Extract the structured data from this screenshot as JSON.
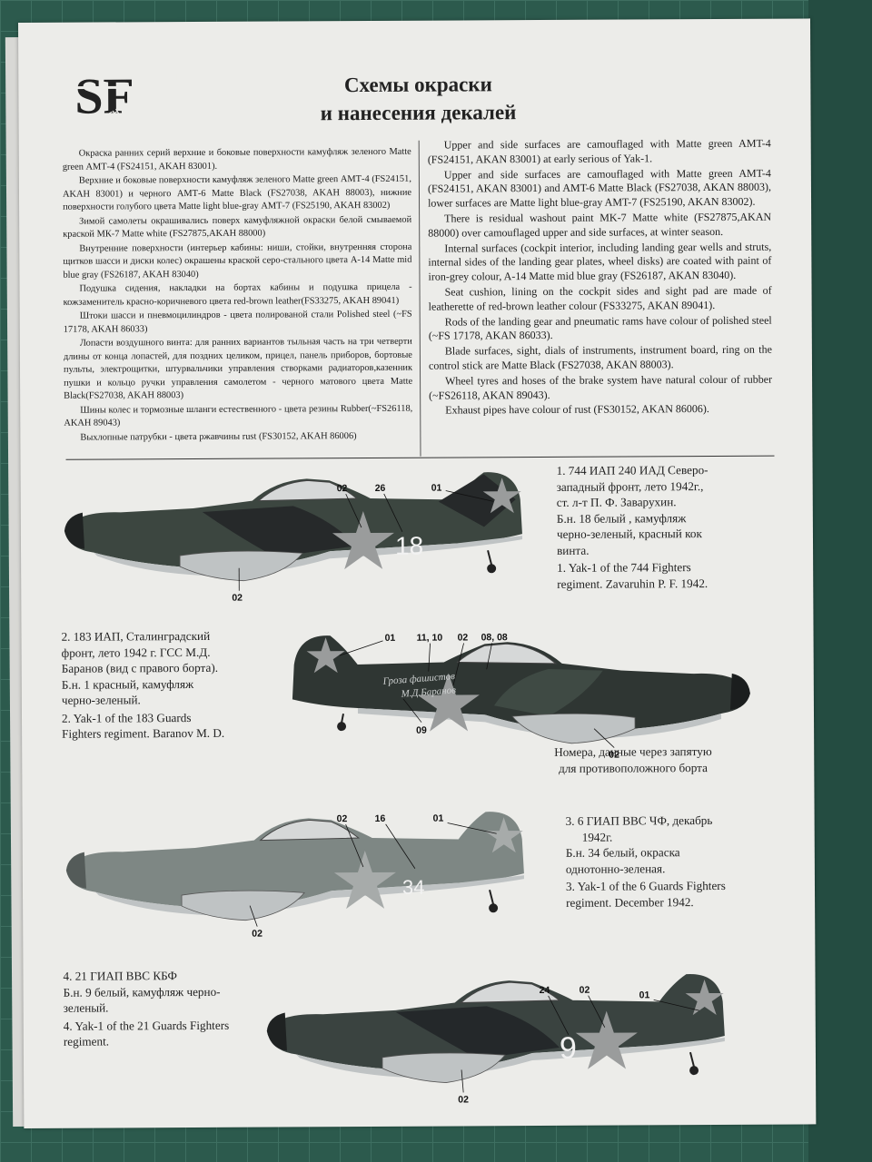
{
  "title": {
    "line1": "Схемы окраски",
    "line2": "и нанесения декалей"
  },
  "logo": {
    "letters": "SF",
    "word1": "SOUTH",
    "word2": "FRONT"
  },
  "russian_text": [
    "Окраска ранних серий верхние и боковые поверхности камуфляж зеленого Matte green АМТ-4 (FS24151, AKAH 83001).",
    "Верхние и боковые поверхности камуфляж зеленого Matte green АМТ-4 (FS24151, AKAH 83001) и черного АМТ-6 Matte Black (FS27038, AKAH 88003), нижние поверхности голубого цвета Matte light blue-gray АМТ-7 (FS25190, AKAH 83002)",
    "Зимой самолеты окрашивались поверх камуфляжной окраски белой смываемой краской МК-7 Matte white (FS27875,AKAH 88000)",
    "Внутренние поверхности (интерьер кабины: ниши, стойки, внутренняя сторона щитков шасси и диски колес) окрашены краской серо-стального цвета А-14 Matte mid blue gray (FS26187, AKAH 83040)",
    "Подушка сидения, накладки на бортах кабины и подушка прицела - кожзаменитель красно-коричневого цвета red-brown leather(FS33275, AKAH 89041)",
    "Штоки шасси и пневмоцилиндров - цвета полированой стали Polished steel (~FS 17178, AKAH 86033)",
    "Лопасти воздушного винта: для ранних вариантов тыльная часть на три четверти длины от конца лопастей, для поздних целиком, прицел, панель приборов, бортовые пульты, электрощитки, штурвальчики управления створками радиаторов,казенник пушки и кольцо ручки управления самолетом - черного матового цвета Matte Black(FS27038, AKAH 88003)",
    "Шины колес и тормозные шланги естественного - цвета резины Rubber(~FS26118, AKAH 89043)",
    "Выхлопные патрубки - цвета ржавчины rust (FS30152, AKAH 86006)"
  ],
  "english_text": [
    "Upper and side surfaces are camouflaged with Matte green AMT-4 (FS24151, AKAN 83001) at early serious of Yak-1.",
    "Upper and side surfaces are camouflaged with Matte green AMT-4 (FS24151, AKAN 83001) and AMT-6 Matte Black (FS27038, AKAN 88003), lower surfaces are Matte light blue-gray AMT-7 (FS25190, AKAN 83002).",
    "There is residual washout paint MK-7 Matte white (FS27875,AKAN 88000) over camouflaged upper and side surfaces, at winter season.",
    "Internal surfaces (cockpit interior, including landing gear wells and struts, internal sides of the landing gear plates, wheel disks) are coated with paint of iron-grey colour, A-14 Matte mid blue gray (FS26187, AKAN 83040).",
    "Seat cushion, lining on the cockpit sides and sight pad are made of leatherette of red-brown leather colour (FS33275, AKAN 89041).",
    "Rods of the landing gear and pneumatic rams have colour of polished steel (~FS 17178, AKAN 86033).",
    "Blade surfaces, sight, dials of instruments, instrument board, ring on the control stick are Matte Black (FS27038, AKAN 88003).",
    "Wheel tyres and hoses of the brake system have natural colour of rubber (~FS26118, AKAN 89043).",
    "Exhaust pipes have colour of rust (FS30152, AKAN 86006)."
  ],
  "schemes": [
    {
      "ru": [
        "1. 744 ИАП 240 ИАД Северо-",
        "западный фронт, лето 1942г.,",
        "ст. л-т П. Ф. Заварухин.",
        "Б.н. 18 белый , камуфляж",
        "черно-зеленый, красный кок",
        "винта."
      ],
      "en": [
        "1. Yak-1 of the 744 Fighters",
        "regiment. Zavaruhin P. F. 1942."
      ],
      "callouts": [
        "02",
        "26",
        "01",
        "02"
      ],
      "tail_number": "18"
    },
    {
      "ru": [
        "2. 183 ИАП, Сталинградский",
        "фронт, лето 1942 г. ГСС М.Д.",
        "Баранов (вид с правого борта).",
        "Б.н. 1 красный, камуфляж",
        "черно-зеленый."
      ],
      "en": [
        "2. Yak-1 of the 183 Guards",
        "Fighters regiment. Baranov M. D."
      ],
      "callouts": [
        "01",
        "11, 10",
        "02",
        "08, 08",
        "09",
        "02"
      ],
      "inscription_1": "Гроза фашистов",
      "inscription_2": "М.Д.Баранов",
      "note": [
        "Номера, данные через запятую",
        "для противоположного борта"
      ]
    },
    {
      "ru": [
        "3. 6 ГИАП ВВС ЧФ, декабрь",
        "1942г.",
        "Б.н. 34 белый, окраска",
        "однотонно-зеленая."
      ],
      "en": [
        "3. Yak-1 of the 6 Guards Fighters",
        "regiment. December 1942."
      ],
      "callouts": [
        "02",
        "16",
        "01",
        "02"
      ],
      "tail_number": "34"
    },
    {
      "ru": [
        "4. 21 ГИАП ВВС КБФ",
        "Б.н. 9 белый, камуфляж черно-",
        "зеленый."
      ],
      "en": [
        "4. Yak-1 of the 21 Guards Fighters",
        "regiment."
      ],
      "callouts": [
        "24",
        "02",
        "01",
        "02"
      ],
      "tail_number": "9"
    }
  ],
  "colors": {
    "dark_green": "#3c4640",
    "black": "#26292a",
    "light_blue_gray": "#bfc3c4",
    "star_gray": "#9a9c9c",
    "paper": "#ecece9"
  }
}
